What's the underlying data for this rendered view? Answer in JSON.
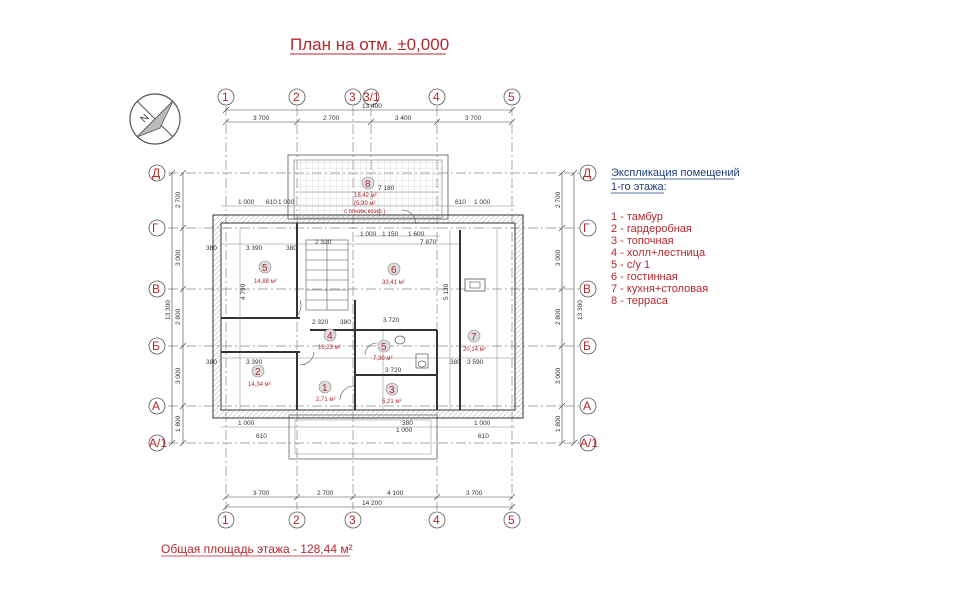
{
  "title": "План на отм. ±0,000",
  "legend": {
    "title_line1": "Экспликация помещений",
    "title_line2": "1-го этажа:",
    "items": [
      "1 - тамбур",
      "2 - гардеробная",
      "3 - топочная",
      "4 - холл+лестница",
      "5 - с/у 1",
      "6 - гостинная",
      "7 - кухня+столовая",
      "8 - терраса"
    ]
  },
  "axes_top": [
    "1",
    "2",
    "3",
    "3/1",
    "4",
    "5"
  ],
  "axes_bottom": [
    "1",
    "2",
    "3",
    "4",
    "5"
  ],
  "axes_left": [
    "Д",
    "Г",
    "В",
    "Б",
    "А",
    "А/1"
  ],
  "axes_right": [
    "Д",
    "Г",
    "В",
    "Б",
    "А",
    "А/1"
  ],
  "dims_top_total": "13 400",
  "dims_top": [
    "3 700",
    "2 700",
    "3 400",
    "3 700"
  ],
  "dims_bottom": [
    "3 700",
    "2 700",
    "4 100",
    "3 700"
  ],
  "dims_bottom_total": "14 200",
  "dims_left": [
    "2 700",
    "3 000",
    "2 800",
    "3 000",
    "1 800"
  ],
  "dims_left_total": "13 300",
  "dims_right": [
    "2 700",
    "3 000",
    "2 800",
    "3 000",
    "1 800"
  ],
  "dims_right_total": "13 300",
  "rooms": [
    {
      "num": "1",
      "area": "2,71 м²"
    },
    {
      "num": "2",
      "area": "14,34 м²"
    },
    {
      "num": "3",
      "area": "5,21 м²"
    },
    {
      "num": "4",
      "area": "16,23 м²"
    },
    {
      "num": "5",
      "area": "14,88 м²"
    },
    {
      "num": "5",
      "area": "7,30 м²"
    },
    {
      "num": "6",
      "area": "33,41 м²"
    },
    {
      "num": "7",
      "area": "20,14 м²"
    },
    {
      "num": "8",
      "area": "18,42 м²",
      "note1": "(5,90 м²",
      "note2": "с пониж.коэф.)"
    }
  ],
  "inner_dims": [
    "3 390",
    "2 320",
    "3 720",
    "3 590",
    "7 180",
    "7 870",
    "4 790",
    "5 130",
    "3 720",
    "1 000",
    "610",
    "380",
    "1 150",
    "1 600"
  ],
  "total_area": "Общая площадь этажа - 128,44 м²"
}
